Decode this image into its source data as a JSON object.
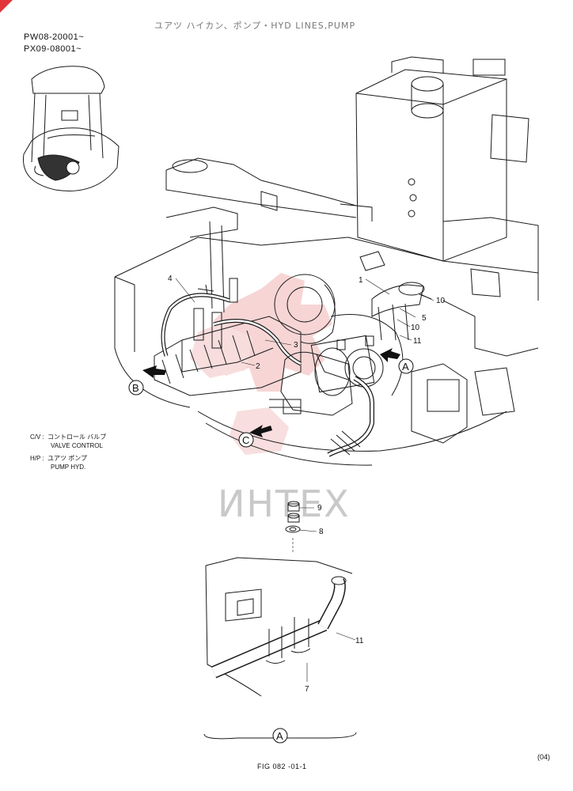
{
  "header": {
    "title": "ユアツ ハイカン、ポンプ・HYD LINES,PUMP",
    "serial_line_1": "PW08-20001~",
    "serial_line_2": "PX09-08001~"
  },
  "legend": [
    {
      "code": "C/V :",
      "jp": "コントロール バルブ",
      "en": "VALVE CONTROL"
    },
    {
      "code": "H/P :",
      "jp": "ユアツ ポンプ",
      "en": "PUMP HYD."
    }
  ],
  "callouts": {
    "c1": "1",
    "c2": "2",
    "c3": "3",
    "c4": "4",
    "c5": "5",
    "c10a": "10",
    "c10b": "10",
    "c11a": "11",
    "c9": "9",
    "c8": "8",
    "c11b": "11",
    "c7": "7"
  },
  "views": {
    "a": "A",
    "b": "B",
    "c": "C",
    "a_detail": "A"
  },
  "watermark": "ИНТЕХ",
  "footer": {
    "figure_number": "FIG 082 -01-1",
    "revision": "(04)"
  },
  "colors": {
    "accent": "#e2363a",
    "line": "#1a1a1a",
    "watermark": "#e8a8a8"
  }
}
